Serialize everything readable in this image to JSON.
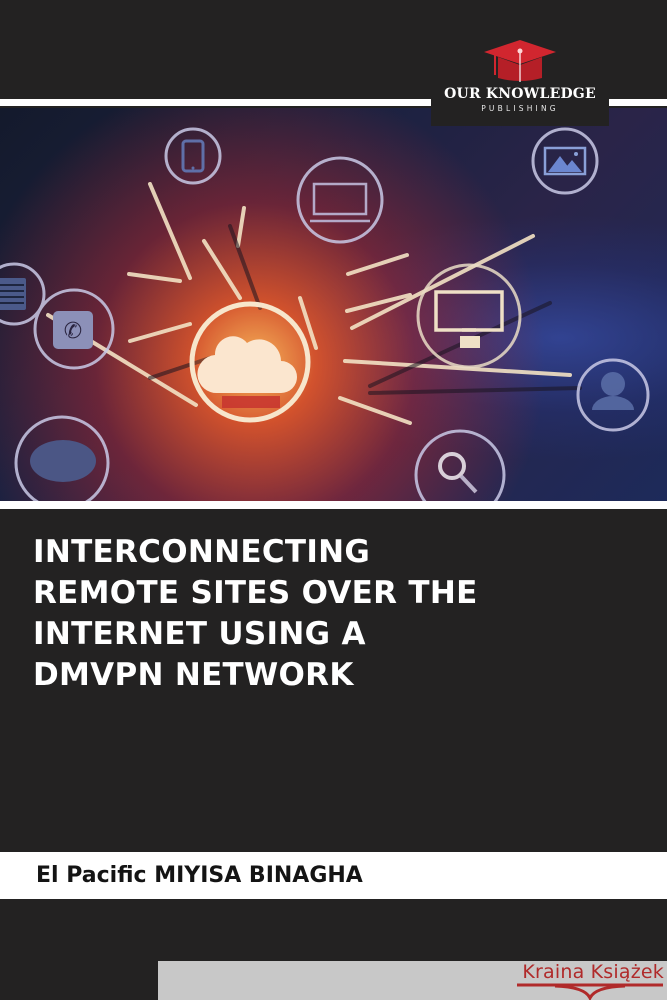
{
  "cover": {
    "background_color": "#232222",
    "accent_color": "#ffffff"
  },
  "publisher": {
    "name": "OUR KNOWLEDGE",
    "subtitle": "PUBLISHING",
    "logo_icon": "graduation-cap-icon",
    "logo_color": "#c8202a"
  },
  "illustration": {
    "description": "Cloud network hub with glowing lines connecting to device icons",
    "center_icon": "cloud-icon",
    "nodes": [
      {
        "icon": "document-list-icon"
      },
      {
        "icon": "smartphone-icon"
      },
      {
        "icon": "laptop-icon"
      },
      {
        "icon": "image-icon"
      },
      {
        "icon": "phone-icon"
      },
      {
        "icon": "desktop-monitor-icon"
      },
      {
        "icon": "chat-bubble-icon"
      },
      {
        "icon": "user-icon"
      },
      {
        "icon": "search-icon"
      }
    ]
  },
  "book": {
    "title_lines": [
      "INTERCONNECTING",
      "REMOTE SITES OVER THE",
      "INTERNET USING A",
      "DMVPN NETWORK"
    ],
    "author": "El Pacific MIYISA BINAGHA"
  },
  "watermark": {
    "text": "Kraina Książek",
    "color": "#b02a2a"
  }
}
